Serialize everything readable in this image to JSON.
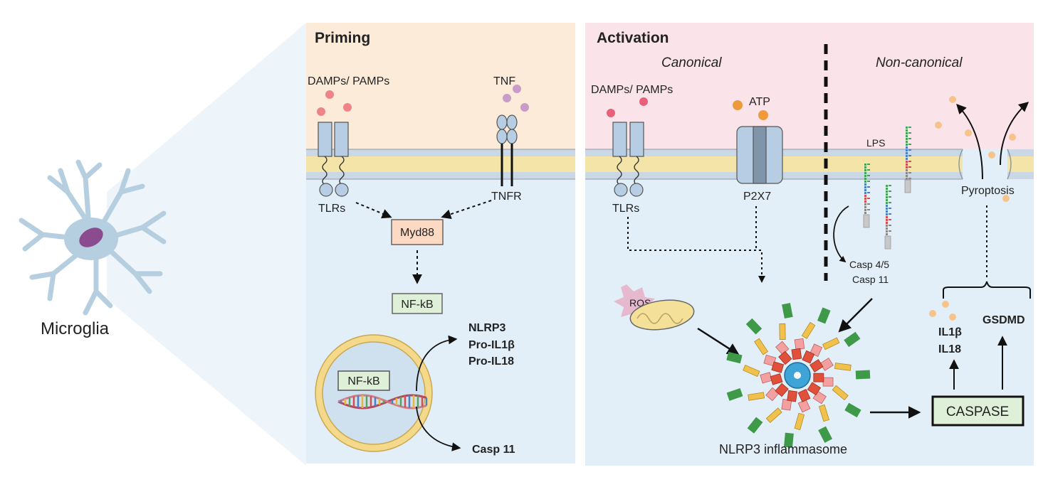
{
  "microglia": {
    "label": "Microglia"
  },
  "priming": {
    "title": "Priming",
    "damps_label": "DAMPs/ PAMPs",
    "tnf_label": "TNF",
    "tlrs_label": "TLRs",
    "tnfr_label": "TNFR",
    "myd88_label": "Myd88",
    "nfkb_label": "NF-kB",
    "nucleus_nfkb_label": "NF-kB",
    "products": [
      "NLRP3",
      "Pro-IL1β",
      "Pro-IL18"
    ],
    "casp11_label": "Casp 11"
  },
  "activation": {
    "title": "Activation",
    "canonical_label": "Canonical",
    "noncanonical_label": "Non-canonical",
    "damps_label": "DAMPs/ PAMPs",
    "atp_label": "ATP",
    "tlrs_label": "TLRs",
    "p2x7_label": "P2X7",
    "lps_label": "LPS",
    "casp45_label": "Casp 4/5",
    "casp11_label": "Casp 11",
    "ros_label": "ROS",
    "inflammasome_label": "NLRP3 inflammasome",
    "pyroptosis_label": "Pyroptosis",
    "il1b_label": "IL1β",
    "il18_label": "IL18",
    "gsdmd_label": "GSDMD",
    "caspase_label": "CASPASE"
  },
  "colors": {
    "priming_extracellular": "#fcebd9",
    "activation_extracellular": "#fbe3ea",
    "intracellular": "#e3eff8",
    "membrane_yellow": "#f5e4a8",
    "receptor_blue": "#b7cde3",
    "box_orange": "#fbd9c2",
    "box_green": "#dff0d8",
    "ligand_red": "#ee8488",
    "ligand_purple": "#c89bc8",
    "ligand_orange": "#ee9a3a",
    "ligand_peach": "#f6c48a"
  }
}
